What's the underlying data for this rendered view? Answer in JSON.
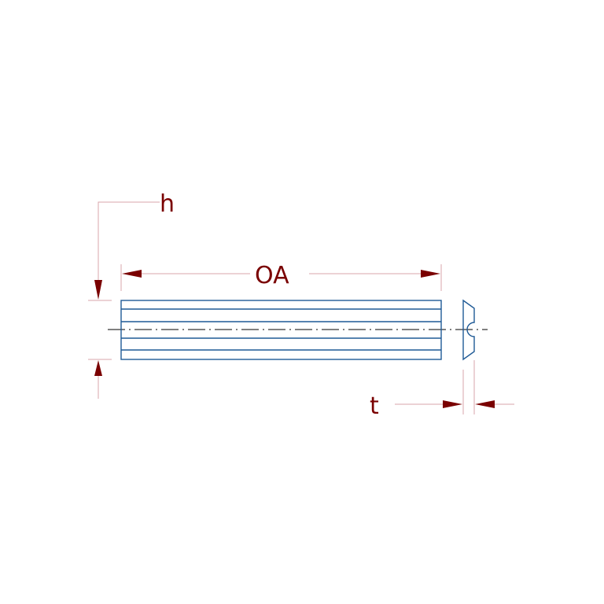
{
  "labels": {
    "height": "h",
    "overall_length": "OA",
    "thickness": "t"
  },
  "colors": {
    "part_outline": "#1f5a96",
    "dimension_text": "#7a0000",
    "arrowhead": "#7a0000",
    "extension_line": "#d9a6ab",
    "center_line": "#000000",
    "background": "#ffffff"
  }
}
